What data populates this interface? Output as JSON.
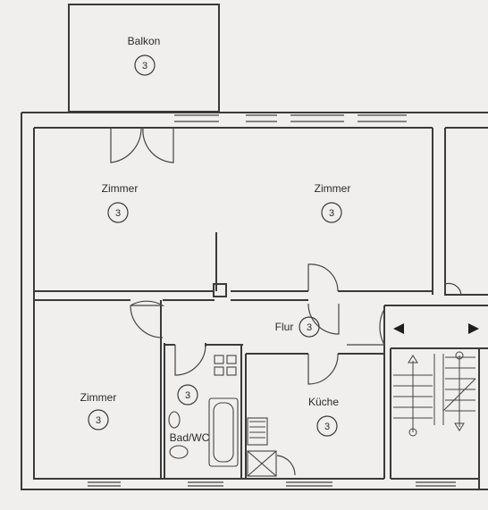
{
  "rooms": {
    "balcony": {
      "label": "Balkon",
      "number": "3"
    },
    "living_left": {
      "label": "Zimmer",
      "number": "3"
    },
    "living_right": {
      "label": "Zimmer",
      "number": "3"
    },
    "hallway": {
      "label": "Flur",
      "number": "3"
    },
    "bedroom": {
      "label": "Zimmer",
      "number": "3"
    },
    "bath_number": "3",
    "bath": {
      "label": "Bad/WC"
    },
    "kitchen": {
      "label": "Küche",
      "number": "3"
    }
  },
  "colors": {
    "background": "#f1efed",
    "wall": "#3a3a3a",
    "line": "#444444"
  }
}
